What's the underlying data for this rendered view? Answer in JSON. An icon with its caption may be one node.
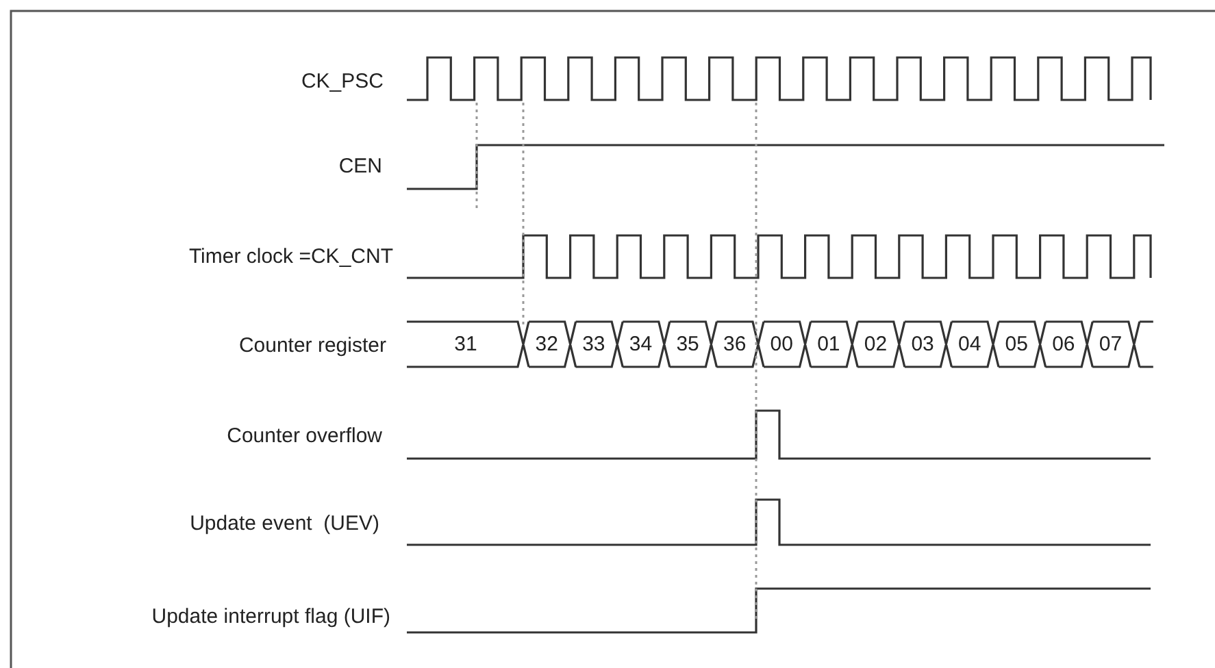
{
  "diagram": {
    "labels": [
      "CK_PSC",
      "CEN",
      "Timer clock =CK_CNT",
      "Counter register",
      "31",
      "32",
      "33",
      "34",
      "35",
      "36",
      "00",
      "01",
      "02",
      "03",
      "04",
      "05",
      "06",
      "07",
      "Counter overflow",
      "Update event  (UEV)",
      "Update interrupt flag (UIF)"
    ]
  }
}
